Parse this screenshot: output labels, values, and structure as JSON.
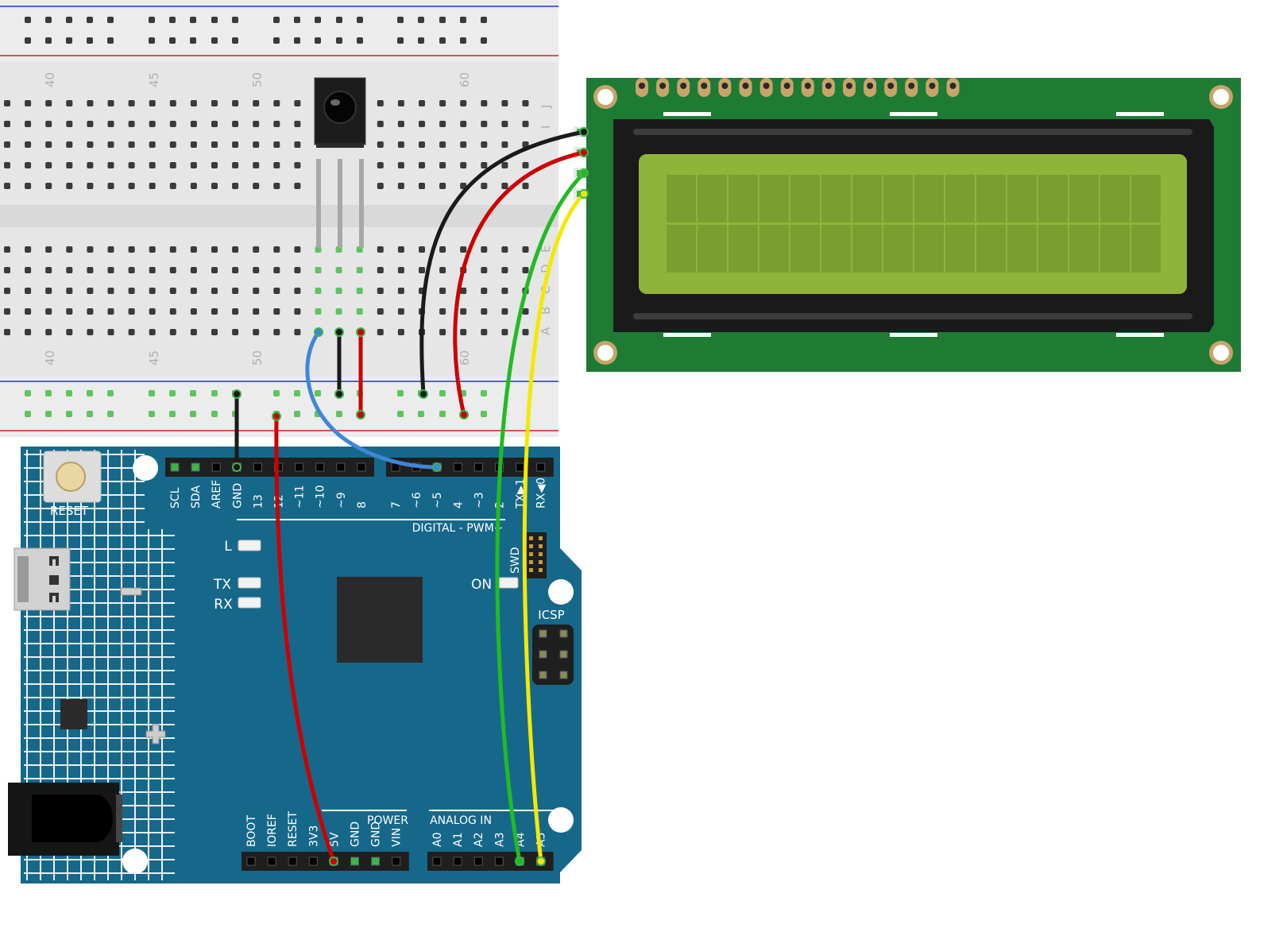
{
  "breadboard": {
    "top_column_numbers": [
      "40",
      "45",
      "50",
      "",
      "60"
    ],
    "bottom_column_numbers": [
      "40",
      "45",
      "50",
      "60"
    ],
    "top_row_letters": [
      "J",
      "I"
    ],
    "bottom_row_letters": [
      "E",
      "D",
      "C",
      "B",
      "A"
    ]
  },
  "board": {
    "reset_label": "RESET",
    "digital_header_labels": [
      "SCL",
      "SDA",
      "AREF",
      "GND",
      "13",
      "12",
      "~11",
      "~10",
      "~9",
      "8",
      "7",
      "~6",
      "~5",
      "4",
      "~3",
      "2",
      "TX▶1",
      "RX◀0"
    ],
    "digital_pwm_label": "DIGITAL - PWM~",
    "led_labels": {
      "l": "L",
      "tx": "TX",
      "rx": "RX",
      "on": "ON"
    },
    "swd_label": "SWD",
    "icsp_label": "ICSP",
    "power_label": "POWER",
    "power_pins": [
      "BOOT",
      "IOREF",
      "RESET",
      "3V3",
      "5V",
      "GND",
      "GND",
      "VIN"
    ],
    "analog_label": "ANALOG IN",
    "analog_pins": [
      "A0",
      "A1",
      "A2",
      "A3",
      "A4",
      "A5"
    ]
  },
  "lcd": {
    "pin_count": 16,
    "columns": 16,
    "rows": 2,
    "i2c_pins": 4
  },
  "colors": {
    "board_blue": "#1a6a8c",
    "breadboard_gray": "#e8e8e8",
    "lcd_pcb": "#1e7b34",
    "lcd_screen": "#8fb43a",
    "wire_black": "#1a1a1a",
    "wire_red": "#cc0000",
    "wire_green": "#22bb22",
    "wire_yellow": "#f5e800",
    "wire_blue": "#3f86d6"
  }
}
